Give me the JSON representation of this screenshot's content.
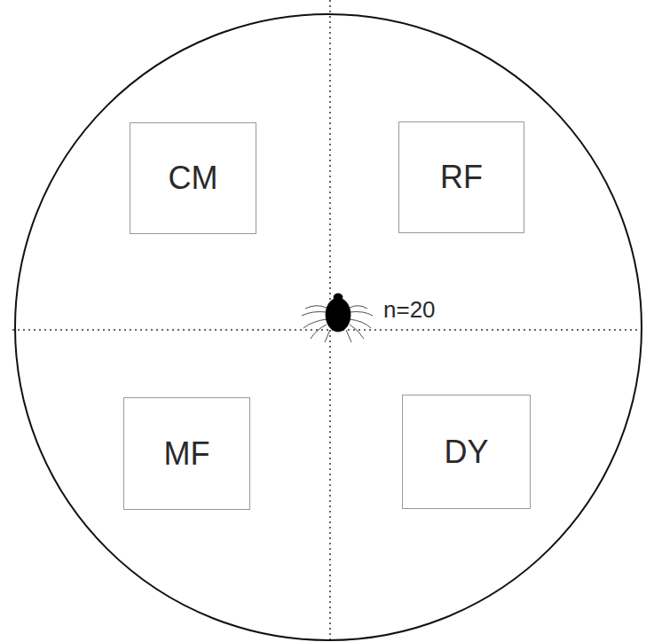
{
  "diagram": {
    "nodes": [
      {
        "text": [
          "CM"
        ]
      },
      {
        "text": [
          "RF"
        ]
      },
      {
        "text": [
          "MF"
        ]
      },
      {
        "text": [
          "DY"
        ]
      }
    ],
    "labels": [
      "n=20"
    ]
  }
}
